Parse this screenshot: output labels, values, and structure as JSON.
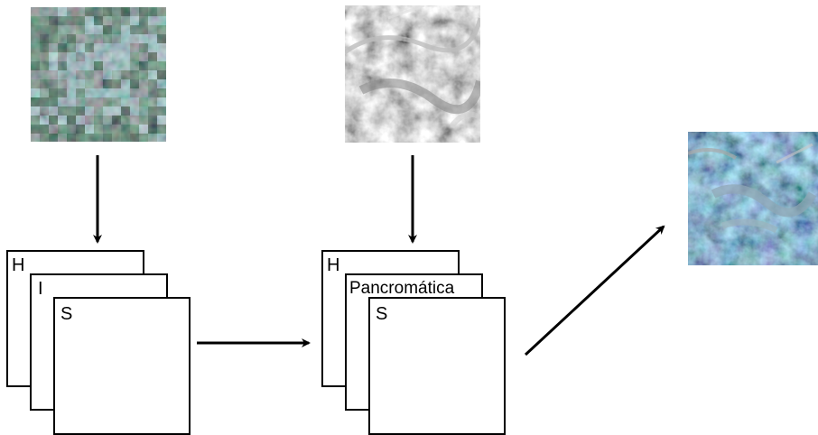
{
  "left_stack": {
    "layers": [
      {
        "label": "H"
      },
      {
        "label": "I"
      },
      {
        "label": "S"
      }
    ]
  },
  "middle_stack": {
    "layers": [
      {
        "label": "H"
      },
      {
        "label": "Pancromática"
      },
      {
        "label": "S"
      }
    ]
  },
  "colors": {
    "stroke": "#000000",
    "background": "#ffffff"
  }
}
